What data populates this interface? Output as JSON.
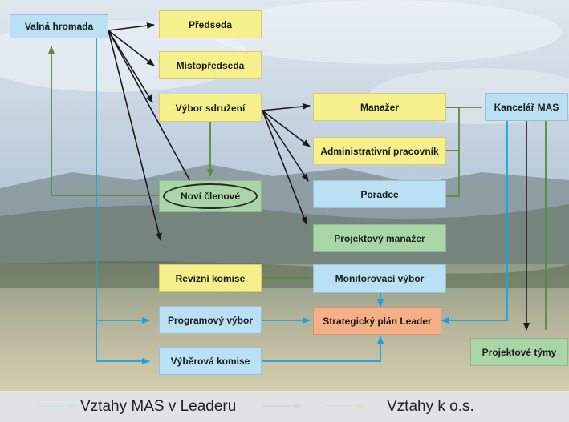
{
  "boxes": {
    "valna_hromada": "Valná hromada",
    "predseda": "Předseda",
    "mistopredseda": "Místopředseda",
    "vybor_sdruzeni": "Výbor sdružení",
    "manazer": "Manažer",
    "kancelar_mas": "Kancelář MAS",
    "administrativni_pracovnik": "Administrativní pracovník",
    "novi_clenove": "Noví členové",
    "poradce": "Poradce",
    "projektovy_manazer": "Projektový manažer",
    "revizni_komise": "Revizní komise",
    "monitorovaci_vybor": "Monitorovací výbor",
    "programovy_vybor": "Programový výbor",
    "strategicky_plan_leader": "Strategický plán Leader",
    "vyberova_komise": "Výběrová komise",
    "projektove_tymy": "Projektové týmy"
  },
  "legend": {
    "mas_leader": "Vztahy MAS v Leaderu",
    "os": "Vztahy k o.s."
  },
  "colors": {
    "yellow": "#f6f08c",
    "blue": "#b9e1f3",
    "green": "#a9d6a6",
    "orange": "#f6b087",
    "line_blue": "#1aa3e0",
    "line_green": "#5a8a3a",
    "line_black": "#1a1a1a"
  }
}
